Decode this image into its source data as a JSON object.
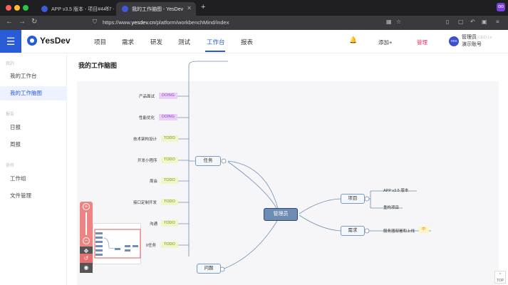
{
  "browser": {
    "tabs": [
      {
        "title": "APP v3.5 版本 - 项目#4417 - Yes"
      },
      {
        "title": "我的工作脑图 - YesDev"
      }
    ],
    "url_prefix": "https://www.",
    "url_host": "yesdev.cn",
    "url_path": "/platform/workbenchMind/index",
    "extension_label": "oo"
  },
  "header": {
    "logo": "YesDev",
    "nav": [
      "项目",
      "需求",
      "研发",
      "测试",
      "工作台",
      "报表"
    ],
    "active_nav": "工作台",
    "add_label": "添加+",
    "manage_label": "管理",
    "avatar_text": "YES",
    "user_name": "管理员",
    "user_id": "CEO Lv",
    "user_account": "演示账号"
  },
  "sidebar": {
    "groups": [
      {
        "label": "我的",
        "items": [
          {
            "label": "我的工作台"
          },
          {
            "label": "我的工作脑图"
          }
        ]
      },
      {
        "label": "报告",
        "items": [
          {
            "label": "日报"
          },
          {
            "label": "周报"
          }
        ]
      },
      {
        "label": "协作",
        "items": [
          {
            "label": "工作组"
          },
          {
            "label": "文件管理"
          }
        ]
      }
    ],
    "selected": "我的工作脑图"
  },
  "page": {
    "title": "我的工作脑图"
  },
  "mindmap": {
    "root": "管理员",
    "tasks_label": "任务",
    "issues_label": "问题",
    "project_label": "项目",
    "requirement_label": "需求",
    "tasks": [
      {
        "label": "产品面试",
        "status": "DOING"
      },
      {
        "label": "性能优化",
        "status": "DOING"
      },
      {
        "label": "技术架构设计",
        "status": "TODO"
      },
      {
        "label": "开发小程序",
        "status": "TODO"
      },
      {
        "label": "周会",
        "status": "TODO"
      },
      {
        "label": "接口定制开发",
        "status": "TODO"
      },
      {
        "label": "沟通",
        "status": "TODO"
      },
      {
        "label": "0任务",
        "status": "TODO"
      }
    ],
    "projects": [
      {
        "label": "APP v3.5 版本"
      },
      {
        "label": "重构项目"
      }
    ],
    "requirements": [
      {
        "label": "服务器部署和上线",
        "priority": "中"
      }
    ]
  },
  "toolbox": {
    "zoom_in": "+",
    "zoom_out": "−",
    "move": "✥",
    "reset": "↺",
    "view": "◉"
  },
  "back_top": "TOP"
}
